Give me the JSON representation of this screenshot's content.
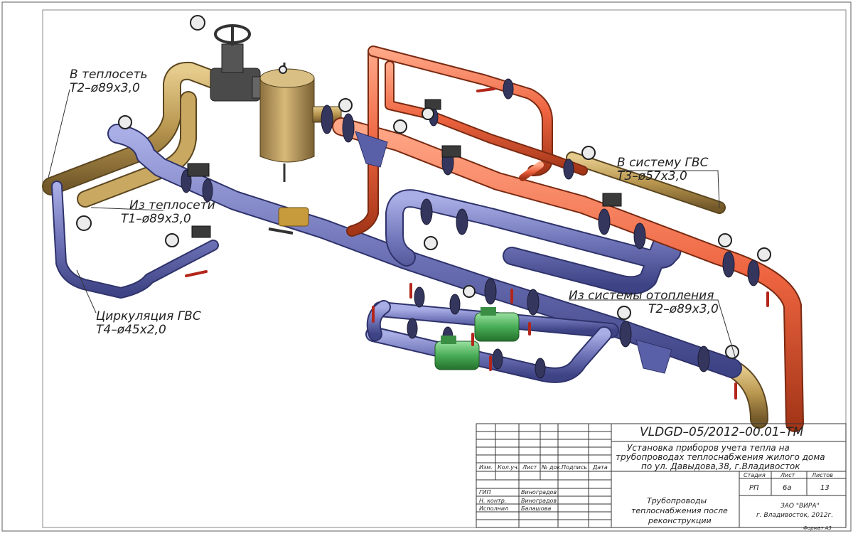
{
  "labels": {
    "to_network_title": "В теплосеть",
    "to_network_spec": "Т2–ø89х3,0",
    "from_network_title": "Из теплосети",
    "from_network_spec": "Т1–ø89х3,0",
    "circulation_title": "Циркуляция ГВС",
    "circulation_spec": "Т4–ø45х2,0",
    "to_hws_title": "В систему ГВС",
    "to_hws_spec": "Т3–ø57х3,0",
    "from_heating_title": "Из системы отопления",
    "from_heating_spec": "Т2–ø89х3,0"
  },
  "title_block": {
    "code": "VLDGD–05/2012–00.01–ТМ",
    "description": [
      "Установка приборов учета тепла на",
      "трубопроводах теплоснабжения жилого дома",
      "по ул. Давыдова,38, г.Владивосток"
    ],
    "headers": [
      "Изм.",
      "Кол.уч.",
      "Лист",
      "№ док.",
      "Подпись",
      "Дата"
    ],
    "roles": [
      {
        "role": "ГИП",
        "name": "Виноградов"
      },
      {
        "role": "Н. контр.",
        "name": "Виноградов"
      },
      {
        "role": "Исполнил",
        "name": "Балашова"
      }
    ],
    "stage_label": "Стадия",
    "sheet_label": "Лист",
    "sheets_label": "Листов",
    "stage": "РП",
    "sheet": "6а",
    "sheets": "13",
    "sheet_title": [
      "Трубопроводы",
      "теплоснабжения после",
      "реконструкции"
    ],
    "org": [
      "ЗАО \"ВИРА\"",
      "г. Владивосток, 2012г."
    ],
    "format": "Формат А3"
  },
  "colors": {
    "supply": "#7f80c4",
    "hot": "#f06a42",
    "return_tan": "#c2a25d",
    "pump": "#4fb35c",
    "fitting": "#3d3d3d",
    "gauge": "#e8e8e8"
  }
}
